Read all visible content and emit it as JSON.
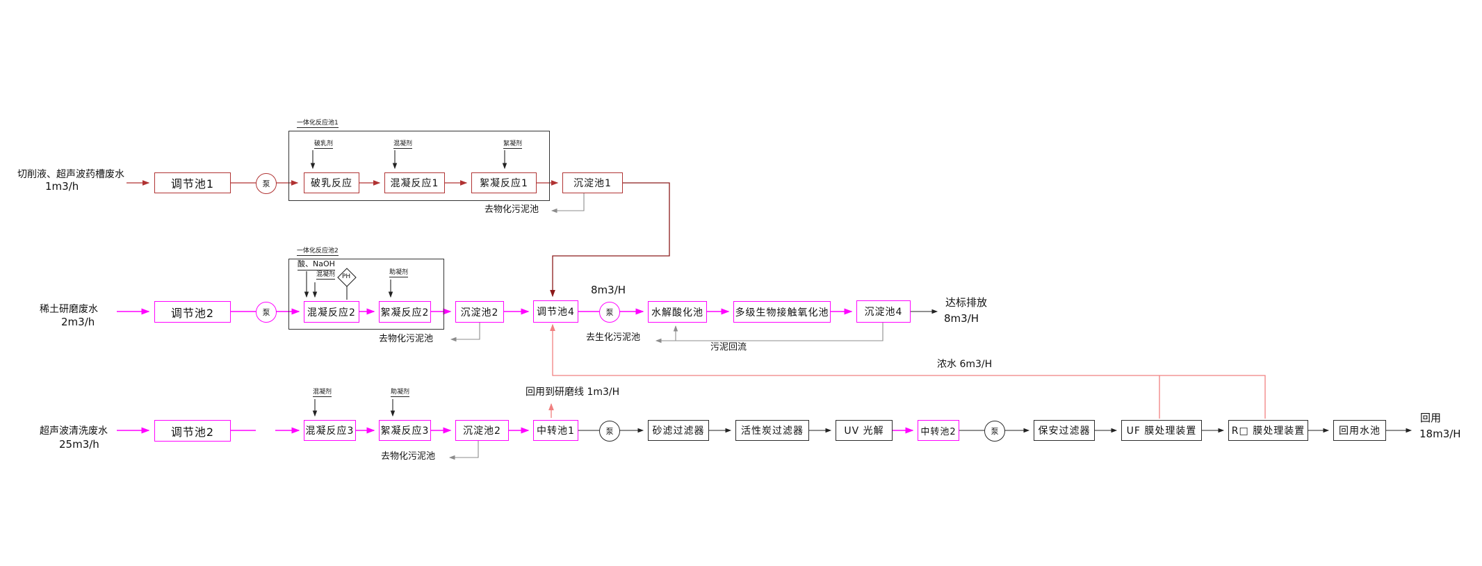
{
  "colors": {
    "line1_red": "#b03232",
    "dark_red_transfer": "#8b1a1a",
    "magenta": "#ff00ff",
    "black": "#222222",
    "gray_sludge": "#8c8c8c",
    "pink_return": "#f08080"
  },
  "pump_label": "泵",
  "line1": {
    "source": "切削液、超声波药槽废水",
    "source_flow": "1m3/h",
    "group_label": "一体化反应池1",
    "chem_demulsifier": "破乳剂",
    "chem_coagulant": "混凝剂",
    "chem_flocculant": "絮凝剂",
    "nodes": {
      "tank1": "调节池1",
      "demulsification": "破乳反应",
      "coagulation1": "混凝反应1",
      "flocculation1": "絮凝反应1",
      "settling1": "沉淀池1"
    },
    "sludge_label": "去物化污泥池"
  },
  "line2": {
    "source": "稀土研磨废水",
    "source_flow": "2m3/h",
    "group_label": "一体化反应池2",
    "acid_naoh": "酸、NaOH",
    "ph": "PH",
    "chem_coagulant": "混凝剂",
    "chem_coagulant_aid": "助凝剂",
    "nodes": {
      "tank2": "调节池2",
      "coagulation2": "混凝反应2",
      "flocculation2": "絮凝反应2",
      "settling2": "沉淀池2",
      "tank4": "调节池4",
      "hydrolysis": "水解酸化池",
      "bio_oxidation": "多级生物接触氧化池",
      "settling4": "沉淀池4"
    },
    "sludge_label": "去物化污泥池",
    "bio_sludge_label": "去生化污泥池",
    "sludge_return_label": "污泥回流",
    "pump_flow": "8m3/H",
    "discharge": "达标排放",
    "discharge_flow": "8m3/H"
  },
  "line3": {
    "source": "超声波清洗废水",
    "source_flow": "25m3/h",
    "chem_coagulant": "混凝剂",
    "chem_coagulant_aid": "助凝剂",
    "nodes": {
      "tank3": "调节池2",
      "coagulation3": "混凝反应3",
      "flocculation3": "絮凝反应3",
      "settling3": "沉淀池2",
      "transfer1": "中转池1",
      "sand_filter": "砂滤过滤器",
      "carbon_filter": "活性炭过滤器",
      "uv": "UV 光解",
      "transfer2": "中转池2",
      "security_filter": "保安过滤器",
      "uf": "UF 膜处理装置",
      "ro": "R□ 膜处理装置",
      "reuse_tank": "回用水池"
    },
    "sludge_label": "去物化污泥池",
    "reuse_to_grinding": "回用到研磨线 1m3/H",
    "concentrate": "浓水  6m3/H",
    "reuse": "回用",
    "reuse_flow": "18m3/H"
  }
}
